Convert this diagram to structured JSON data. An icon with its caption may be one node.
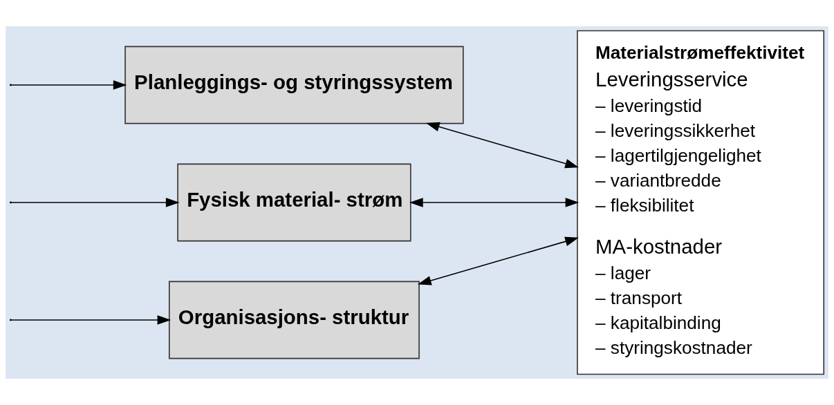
{
  "diagram": {
    "nodes": [
      {
        "text": [
          "Organisasjons- struktur"
        ]
      },
      {
        "text": [
          "Planleggings- og styringssystem"
        ]
      },
      {
        "text": [
          "Fysisk material- strøm"
        ]
      },
      {
        "text": [
          "Materialstrømeffektivitet",
          "Leveringsservice",
          "– leveringstid",
          "– leveringssikkerhet",
          "– lagertilgjengelighet",
          "– variantbredde",
          "– fleksibilitet",
          "MA-kostnader",
          "– lager",
          "– transport",
          "– kapitalbinding",
          "– styringskostnader"
        ]
      }
    ],
    "edges": [
      {
        "from": null,
        "to": 0,
        "arrow": "to"
      },
      {
        "from": null,
        "to": 1,
        "arrow": "to"
      },
      {
        "from": null,
        "to": 2,
        "arrow": "to"
      },
      {
        "from": 0,
        "to": 3,
        "arrow": "both"
      },
      {
        "from": 1,
        "to": 3,
        "arrow": "both"
      },
      {
        "from": 2,
        "to": 3,
        "arrow": "both"
      }
    ]
  }
}
